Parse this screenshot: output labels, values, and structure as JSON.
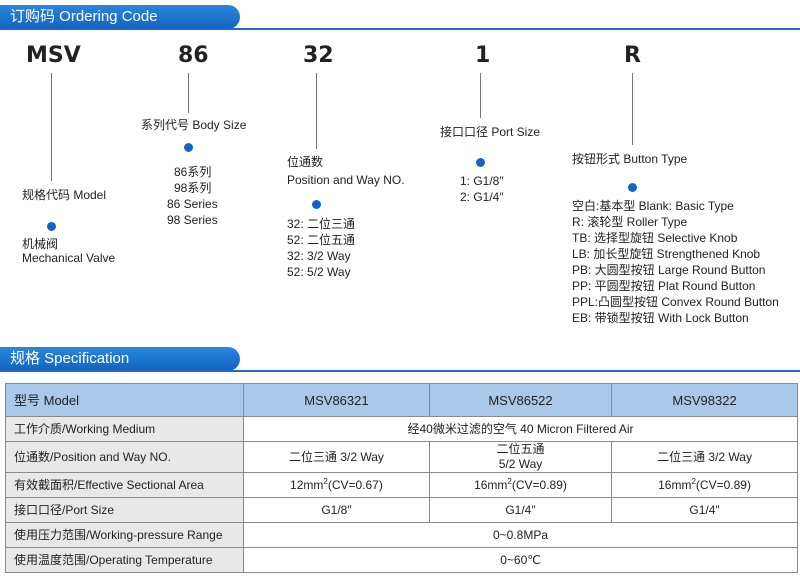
{
  "ordering": {
    "title": "订购码 Ordering Code",
    "codes": {
      "msv": "MSV",
      "size": "86",
      "position": "32",
      "port": "1",
      "button": "R"
    },
    "model": {
      "label": "规格代码 Model",
      "lines": [
        "机械阀",
        "Mechanical Valve"
      ]
    },
    "body_size": {
      "label": "系列代号 Body Size",
      "lines": [
        "86系列",
        "98系列",
        "86 Series",
        "98 Series"
      ]
    },
    "position_way": {
      "label_lines": [
        "位通数",
        "Position and Way NO."
      ],
      "lines": [
        "32: 二位三通",
        "52: 二位五通",
        "32: 3/2 Way",
        "52: 5/2 Way"
      ]
    },
    "port_size": {
      "label": "接口口径 Port Size",
      "lines": [
        "1: G1/8″",
        "2: G1/4″"
      ]
    },
    "button_type": {
      "label": "按钮形式 Button Type",
      "lines": [
        "空白:基本型  Blank: Basic Type",
        "R:   滚轮型   Roller Type",
        "TB: 选择型旋钮   Selective Knob",
        "LB: 加长型旋钮   Strengthened Knob",
        "PB: 大圆型按钮   Large Round Button",
        "PP: 平圆型按钮   Plat Round Button",
        "PPL:凸圆型按钮   Convex Round Button",
        "EB: 带锁型按钮   With Lock Button"
      ]
    }
  },
  "spec": {
    "title": "规格 Specification",
    "header": {
      "label": "型号  Model",
      "models": [
        "MSV86321",
        "MSV86522",
        "MSV98322"
      ]
    },
    "rows": {
      "medium": {
        "label": "工作介质/Working Medium",
        "value": "经40微米过滤的空气    40 Micron Filtered Air"
      },
      "position": {
        "label": "位通数/Position and Way NO.",
        "v1": "二位三通    3/2 Way",
        "v2a": "二位五通",
        "v2b": "5/2 Way",
        "v3": "二位三通    3/2 Way"
      },
      "area": {
        "label": "有效截面积/Effective Sectional Area",
        "v1a": "12mm",
        "v1b": "(CV=0.67)",
        "v2a": "16mm",
        "v2b": "(CV=0.89)",
        "v3a": "16mm",
        "v3b": "(CV=0.89)",
        "sup": "2"
      },
      "port": {
        "label": "接口口径/Port Size",
        "v1": "G1/8″",
        "v2": "G1/4″",
        "v3": "G1/4″"
      },
      "pressure": {
        "label": "使用压力范围/Working-pressure Range",
        "value": "0~0.8MPa"
      },
      "temperature": {
        "label": "使用温度范围/Operating Temperature",
        "value": "0~60℃"
      }
    }
  }
}
